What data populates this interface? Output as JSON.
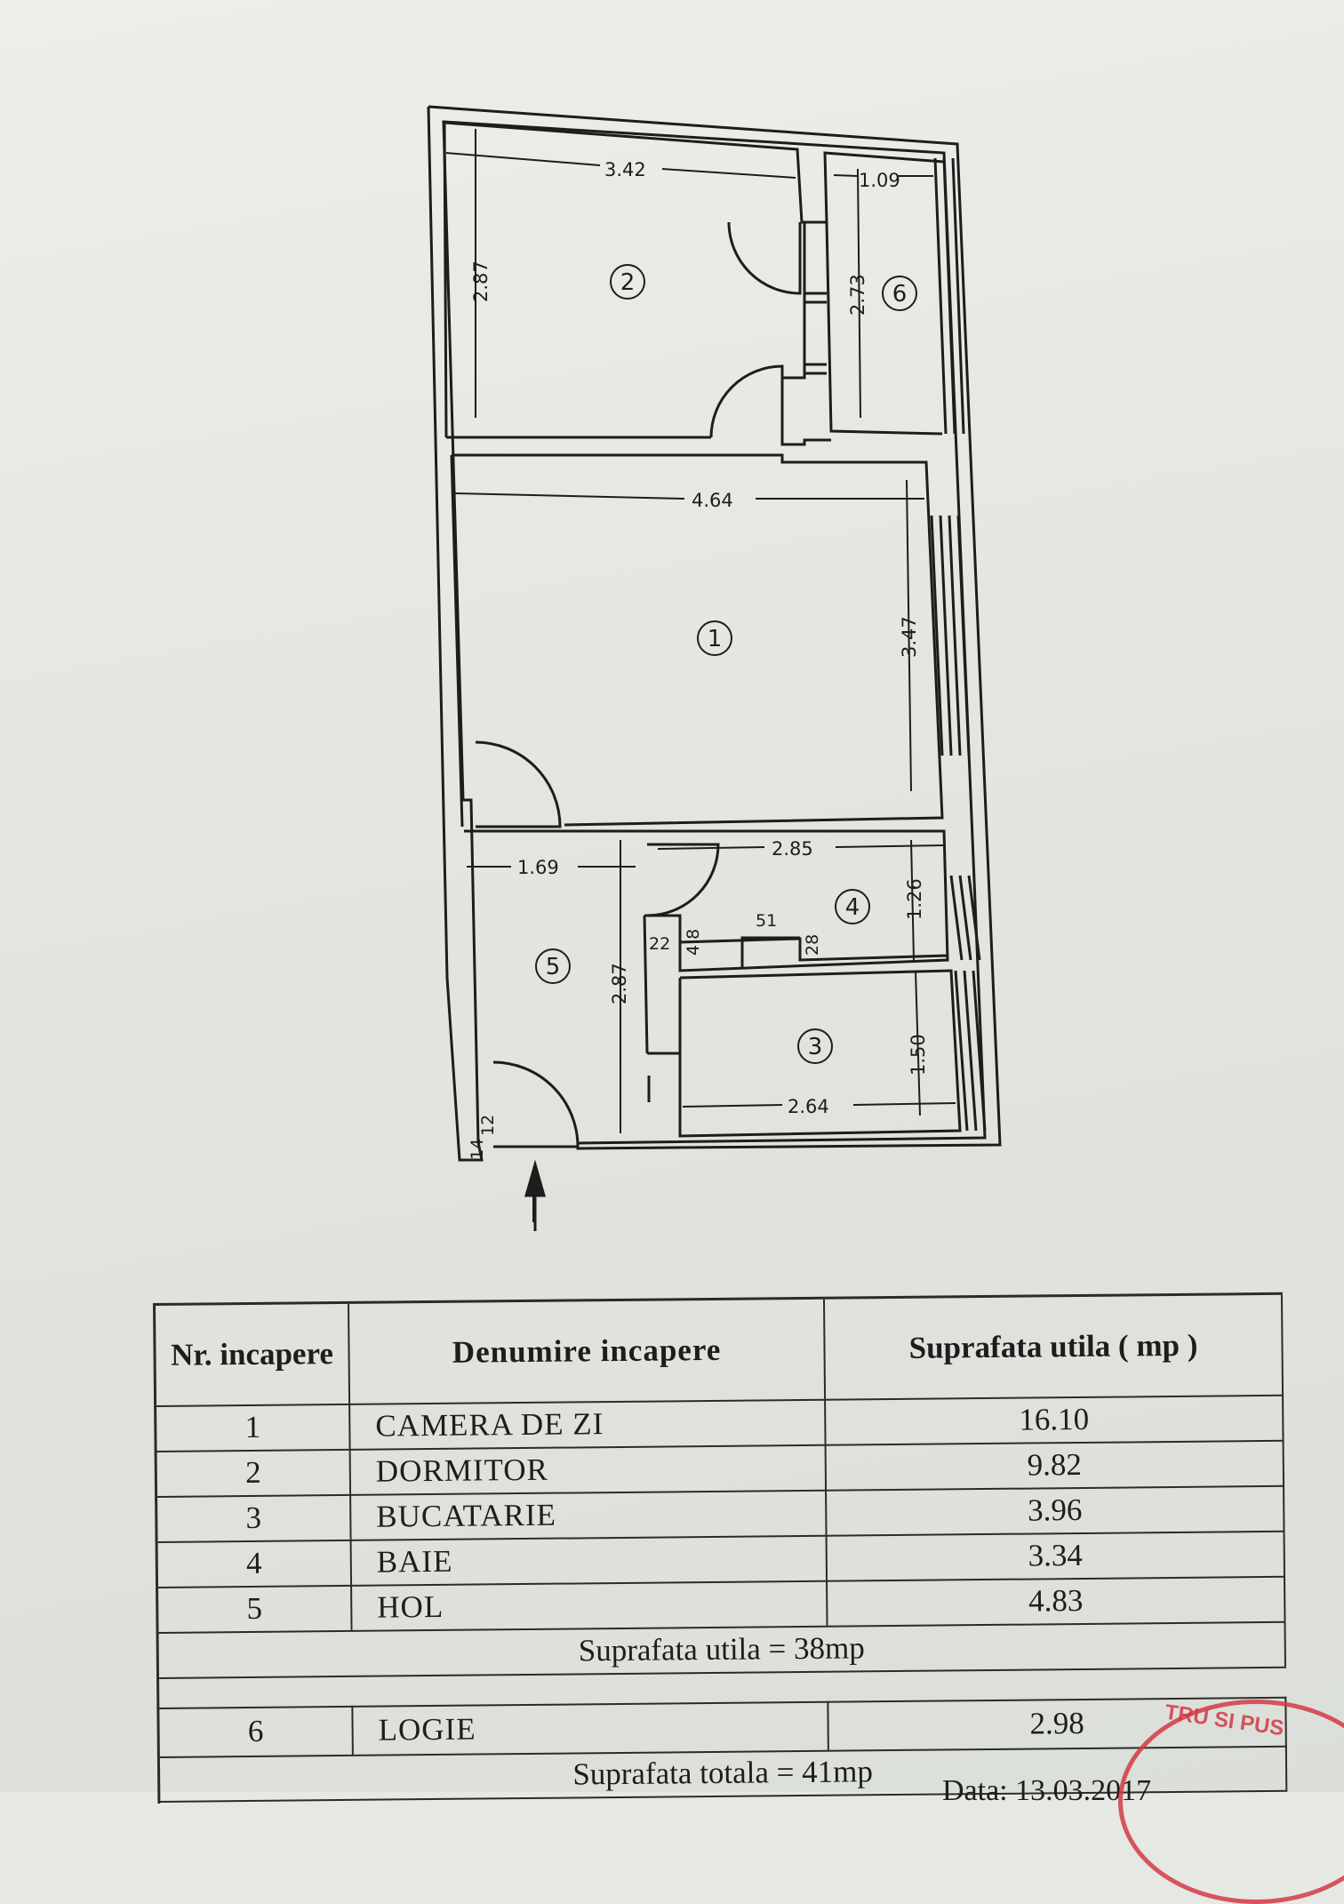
{
  "plan": {
    "dimensions": {
      "d_342": "3.42",
      "d_287_top": "2.87",
      "d_109": "1.09",
      "d_273": "2.73",
      "d_464": "4.64",
      "d_347": "3.47",
      "d_169": "1.69",
      "d_285": "2.85",
      "d_126": "1.26",
      "d_287_hol": "2.87",
      "d_51": "51",
      "d_22": "22",
      "d_48": "4.8",
      "d_28": "28",
      "d_150": "1.50",
      "d_264": "2.64",
      "d_14": "14",
      "d_12": "12"
    },
    "room_numbers": {
      "r1": "1",
      "r2": "2",
      "r3": "3",
      "r4": "4",
      "r5": "5",
      "r6": "6"
    }
  },
  "table": {
    "headers": {
      "nr": "Nr. incapere",
      "name": "Denumire incapere",
      "area": "Suprafata utila ( mp )"
    },
    "rows": [
      {
        "nr": "1",
        "name": "CAMERA DE ZI",
        "area": "16.10"
      },
      {
        "nr": "2",
        "name": "DORMITOR",
        "area": "9.82"
      },
      {
        "nr": "3",
        "name": "BUCATARIE",
        "area": "3.96"
      },
      {
        "nr": "4",
        "name": "BAIE",
        "area": "3.34"
      },
      {
        "nr": "5",
        "name": "HOL",
        "area": "4.83"
      }
    ],
    "subtotal": "Suprafata utila = 38mp",
    "extra_row": {
      "nr": "6",
      "name": "LOGIE",
      "area": "2.98"
    },
    "total": "Suprafata totala = 41mp",
    "date": "Data: 13.03.2017"
  },
  "stamp": {
    "text": "TRU SI PUS"
  },
  "colors": {
    "ink": "#1d1d1d",
    "paper": "#e6e8e4",
    "stamp": "#d23a45"
  }
}
